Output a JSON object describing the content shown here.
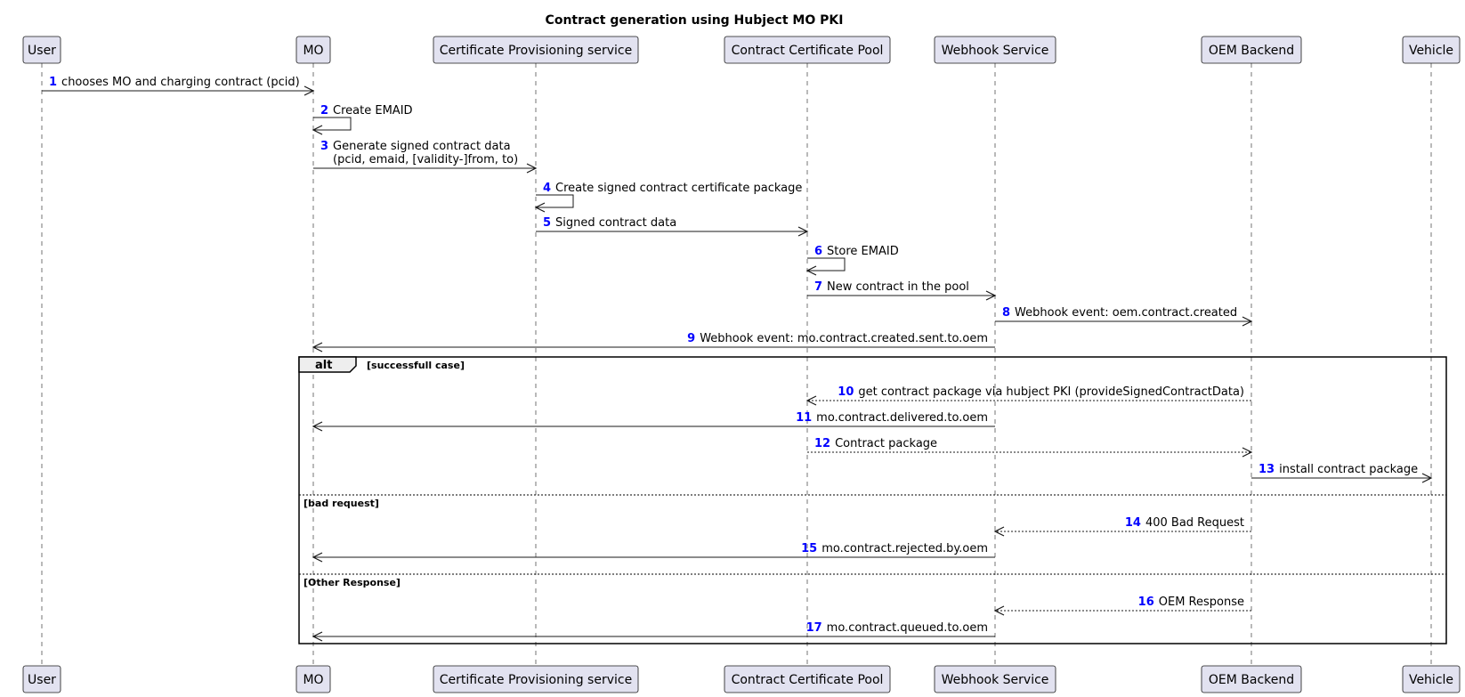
{
  "title": "Contract generation using Hubject MO PKI",
  "participants": [
    {
      "id": "user",
      "label": "User"
    },
    {
      "id": "mo",
      "label": "MO"
    },
    {
      "id": "cps",
      "label": "Certificate Provisioning service"
    },
    {
      "id": "ccp",
      "label": "Contract Certificate Pool"
    },
    {
      "id": "webhook",
      "label": "Webhook Service"
    },
    {
      "id": "oem",
      "label": "OEM Backend"
    },
    {
      "id": "vehicle",
      "label": "Vehicle"
    }
  ],
  "messages": [
    {
      "num": "1",
      "from": "user",
      "to": "mo",
      "lines": [
        "chooses MO and charging contract (pcid)"
      ],
      "dashed": false
    },
    {
      "num": "2",
      "from": "mo",
      "to": "mo",
      "lines": [
        "Create EMAID"
      ],
      "dashed": false
    },
    {
      "num": "3",
      "from": "mo",
      "to": "cps",
      "lines": [
        "Generate signed contract data",
        " (pcid, emaid, [validity-]from, to)"
      ],
      "dashed": false
    },
    {
      "num": "4",
      "from": "cps",
      "to": "cps",
      "lines": [
        "Create signed contract certificate package"
      ],
      "dashed": false
    },
    {
      "num": "5",
      "from": "cps",
      "to": "ccp",
      "lines": [
        "Signed contract data"
      ],
      "dashed": false
    },
    {
      "num": "6",
      "from": "ccp",
      "to": "ccp",
      "lines": [
        "Store EMAID"
      ],
      "dashed": false
    },
    {
      "num": "7",
      "from": "ccp",
      "to": "webhook",
      "lines": [
        "New contract in the pool"
      ],
      "dashed": false
    },
    {
      "num": "8",
      "from": "webhook",
      "to": "oem",
      "lines": [
        "Webhook event: oem.contract.created"
      ],
      "dashed": false
    },
    {
      "num": "9",
      "from": "webhook",
      "to": "mo",
      "lines": [
        "Webhook event: mo.contract.created.sent.to.oem"
      ],
      "dashed": false
    },
    {
      "num": "10",
      "from": "oem",
      "to": "ccp",
      "lines": [
        "get contract package via hubject PKI (provideSignedContractData)"
      ],
      "dashed": true
    },
    {
      "num": "11",
      "from": "webhook",
      "to": "mo",
      "lines": [
        "mo.contract.delivered.to.oem"
      ],
      "dashed": false
    },
    {
      "num": "12",
      "from": "ccp",
      "to": "oem",
      "lines": [
        "Contract package"
      ],
      "dashed": true
    },
    {
      "num": "13",
      "from": "oem",
      "to": "vehicle",
      "lines": [
        "install contract package"
      ],
      "dashed": false
    },
    {
      "num": "14",
      "from": "oem",
      "to": "webhook",
      "lines": [
        "400 Bad Request"
      ],
      "dashed": true
    },
    {
      "num": "15",
      "from": "webhook",
      "to": "mo",
      "lines": [
        "mo.contract.rejected.by.oem"
      ],
      "dashed": false
    },
    {
      "num": "16",
      "from": "oem",
      "to": "webhook",
      "lines": [
        "OEM Response"
      ],
      "dashed": true
    },
    {
      "num": "17",
      "from": "webhook",
      "to": "mo",
      "lines": [
        "mo.contract.queued.to.oem"
      ],
      "dashed": false
    }
  ],
  "fragment": {
    "operator": "alt",
    "guards": [
      "[successfull case]",
      "[bad request]",
      "[Other Response]"
    ]
  }
}
